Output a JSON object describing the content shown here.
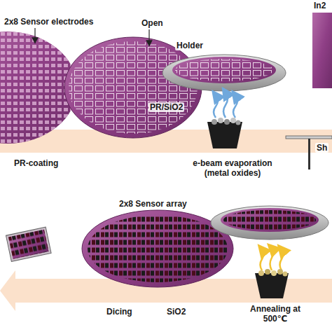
{
  "diagram": {
    "labels": [
      "2x8 Sensor electrodes",
      "Open",
      "In2",
      "Holder",
      "PR/SiO2",
      "PR-coating",
      "e-beam evaporation (metal oxides)",
      "Sh",
      "2x8 Sensor array",
      "Dicing",
      "SiO2",
      "Annealing at 500℃"
    ]
  }
}
